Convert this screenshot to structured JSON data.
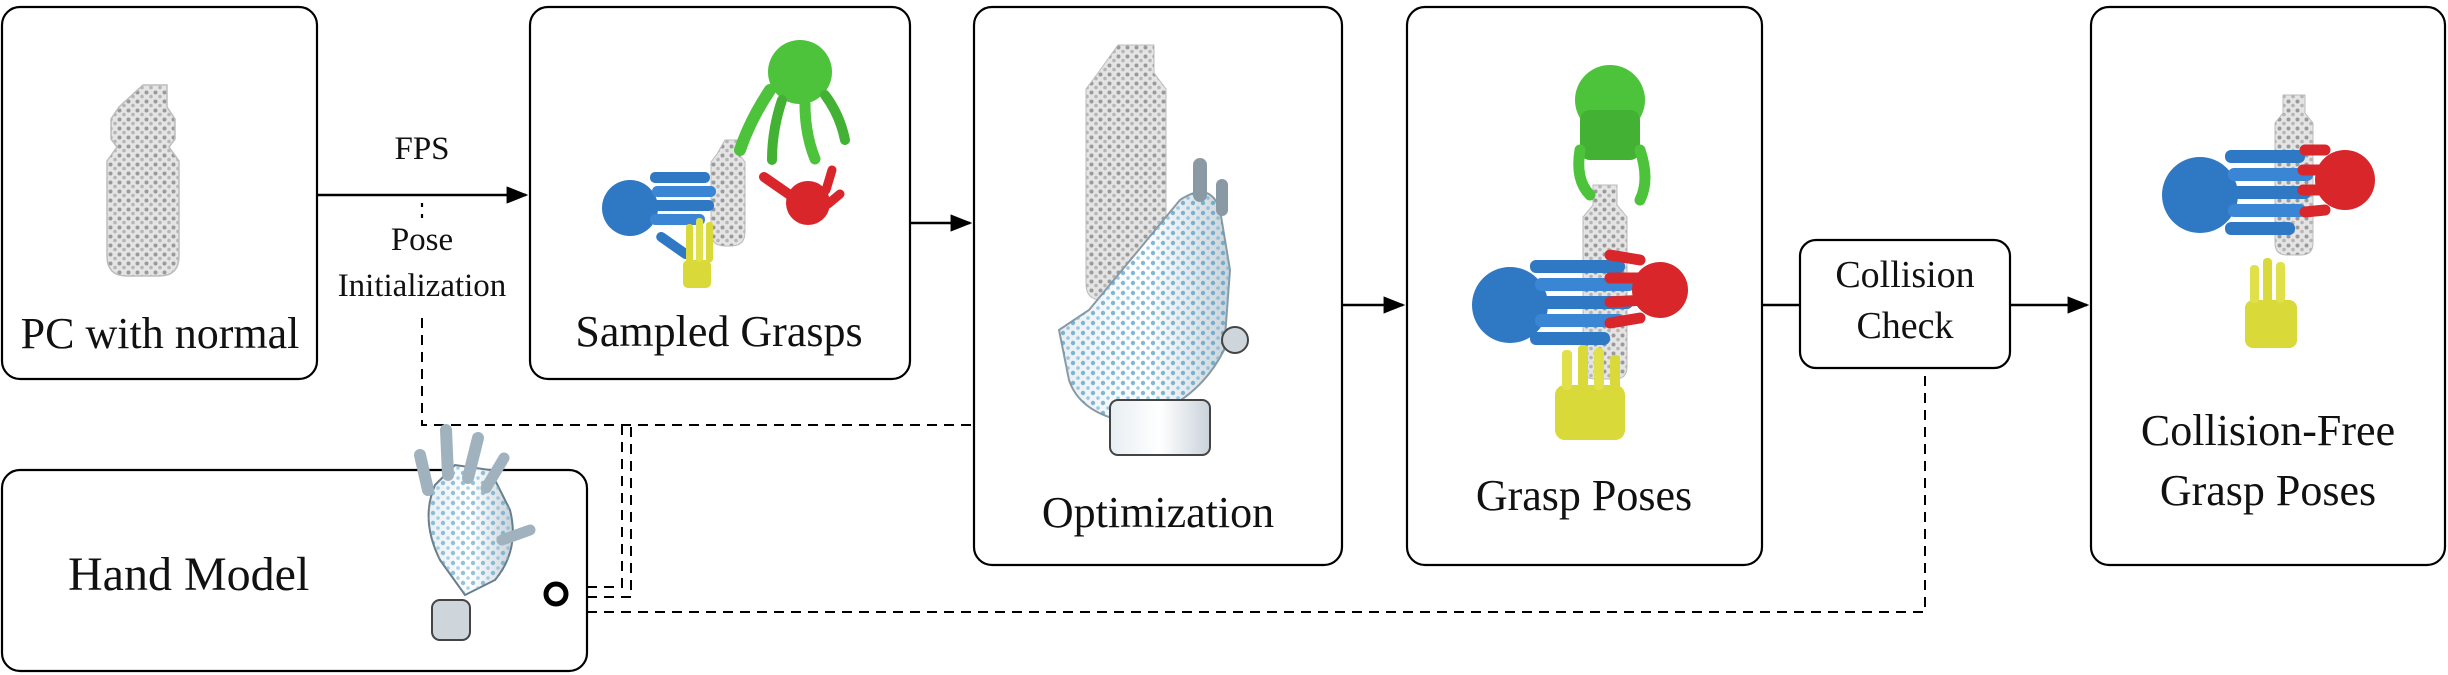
{
  "boxes": {
    "pc": "PC with normal",
    "sampled": "Sampled Grasps",
    "optimization": "Optimization",
    "grasp_poses": "Grasp Poses",
    "collision_check": [
      "Collision",
      "Check"
    ],
    "collision_free": [
      "Collision-Free",
      "Grasp Poses"
    ],
    "hand_model": "Hand Model"
  },
  "edge_labels": {
    "fps": "FPS",
    "pose_init": [
      "Pose",
      "Initialization"
    ]
  },
  "colors": {
    "blue_hand": "#2f78c4",
    "green_hand": "#4cc33a",
    "red_hand": "#d8262a",
    "yellow_hand": "#d9d93a",
    "point_cloud": "#c8c8c8",
    "hand_skeleton": "#4a9bc7"
  }
}
